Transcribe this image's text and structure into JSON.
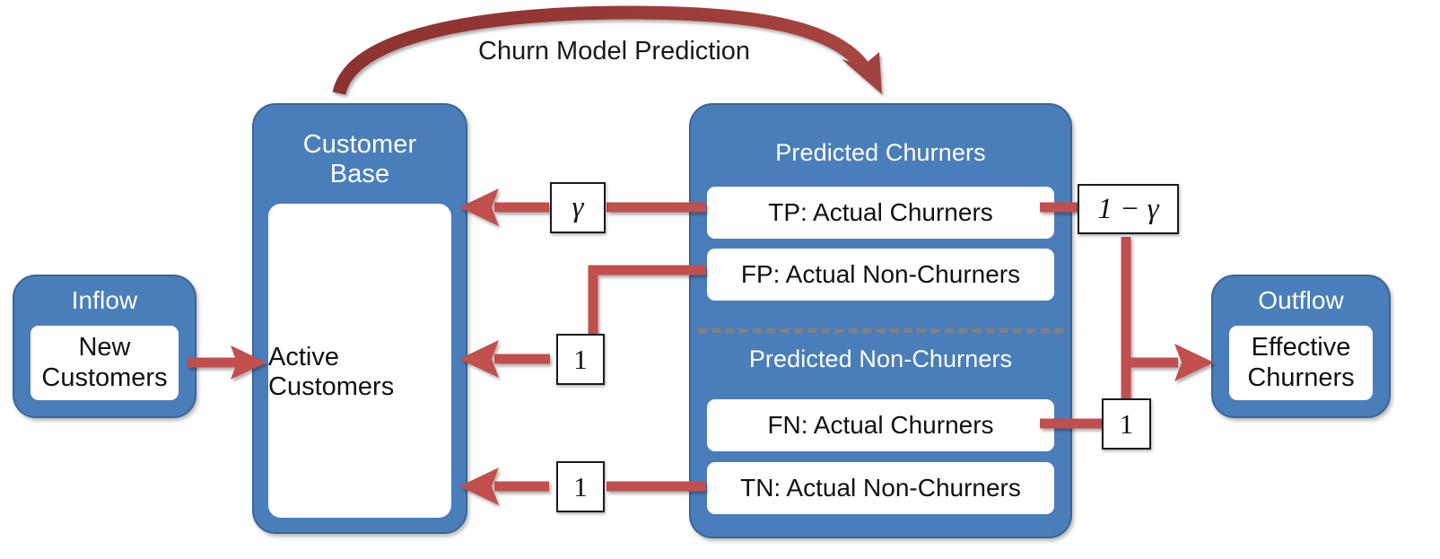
{
  "diagram": {
    "title_annotation": "Churn Model Prediction",
    "colors": {
      "panel_fill": "#4a7ebb",
      "panel_stroke": "#3b6595",
      "arrow": "#c0504d",
      "curve_arrow": "#953735",
      "divider": "#808080",
      "inner_fill": "#ffffff",
      "text_dark": "#111111",
      "text_light": "#ffffff"
    }
  },
  "inflow": {
    "title": "Inflow",
    "box": "New\nCustomers",
    "box_line1": "New",
    "box_line2": "Customers"
  },
  "customer_base": {
    "title_line1": "Customer",
    "title_line2": "Base",
    "box_line1": "Active",
    "box_line2": "Customers"
  },
  "prediction_panel": {
    "churners_title": "Predicted Churners",
    "non_churners_title": "Predicted Non-Churners",
    "rows": [
      {
        "key": "TP",
        "label": "TP: Actual Churners"
      },
      {
        "key": "FP",
        "label": "FP: Actual Non-Churners"
      },
      {
        "key": "FN",
        "label": "FN: Actual Churners"
      },
      {
        "key": "TN",
        "label": "TN: Actual Non-Churners"
      }
    ]
  },
  "outflow": {
    "title": "Outflow",
    "box_line1": "Effective",
    "box_line2": "Churners"
  },
  "edge_tags": [
    {
      "id": "tp-retain",
      "text": "γ",
      "math": true,
      "from": "TP: Actual Churners",
      "to": "Active Customers"
    },
    {
      "id": "tp-churn",
      "text": "1 − γ",
      "math": true,
      "from": "TP: Actual Churners",
      "to": "Effective Churners"
    },
    {
      "id": "fp-retain",
      "text": "1",
      "math": false,
      "from": "FP: Actual Non-Churners",
      "to": "Active Customers"
    },
    {
      "id": "fn-churn",
      "text": "1",
      "math": false,
      "from": "FN: Actual Churners",
      "to": "Effective Churners"
    },
    {
      "id": "tn-retain",
      "text": "1",
      "math": false,
      "from": "TN: Actual Non-Churners",
      "to": "Active Customers"
    }
  ]
}
